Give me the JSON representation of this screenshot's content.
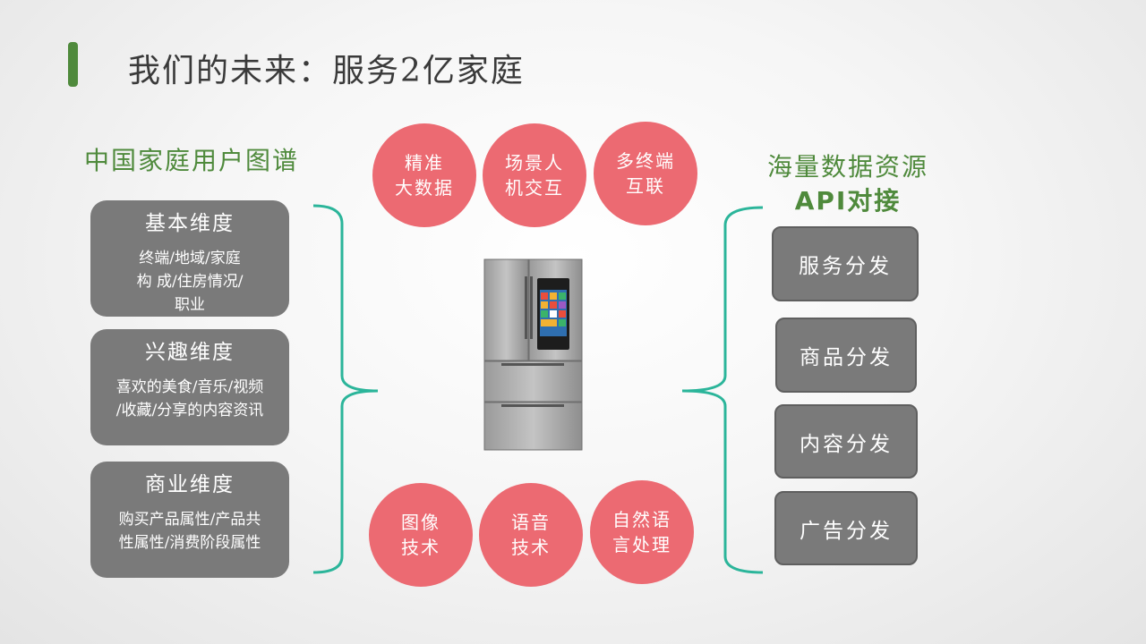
{
  "title": "我们的未来：服务2亿家庭",
  "left_heading": "中国家庭用户图谱",
  "dimensions": [
    {
      "title": "基本维度",
      "lines": [
        "终端/地域/家庭",
        "构 成/住房情况/",
        "职业"
      ]
    },
    {
      "title": "兴趣维度",
      "lines": [
        "喜欢的美食/音乐/视频",
        "/收藏/分享的内容资讯"
      ]
    },
    {
      "title": "商业维度",
      "lines": [
        "购买产品属性/产品共",
        "性属性/消费阶段属性"
      ]
    }
  ],
  "top_circles": [
    {
      "lines": [
        "精准",
        "大数据"
      ]
    },
    {
      "lines": [
        "场景人",
        "机交互"
      ]
    },
    {
      "lines": [
        "多终端",
        "互联"
      ]
    }
  ],
  "bottom_circles": [
    {
      "lines": [
        "图像",
        "技术"
      ]
    },
    {
      "lines": [
        "语音",
        "技术"
      ]
    },
    {
      "lines": [
        "自然语",
        "言处理"
      ]
    }
  ],
  "right_heading": {
    "line1": "海量数据资源",
    "line2": "API对接"
  },
  "distribution": [
    "服务分发",
    "商品分发",
    "内容分发",
    "广告分发"
  ],
  "colors": {
    "accent_green": "#4f8a3c",
    "circle_red": "#ec6a72",
    "card_gray": "#7a7a7a",
    "brace_teal": "#2bb59a"
  }
}
